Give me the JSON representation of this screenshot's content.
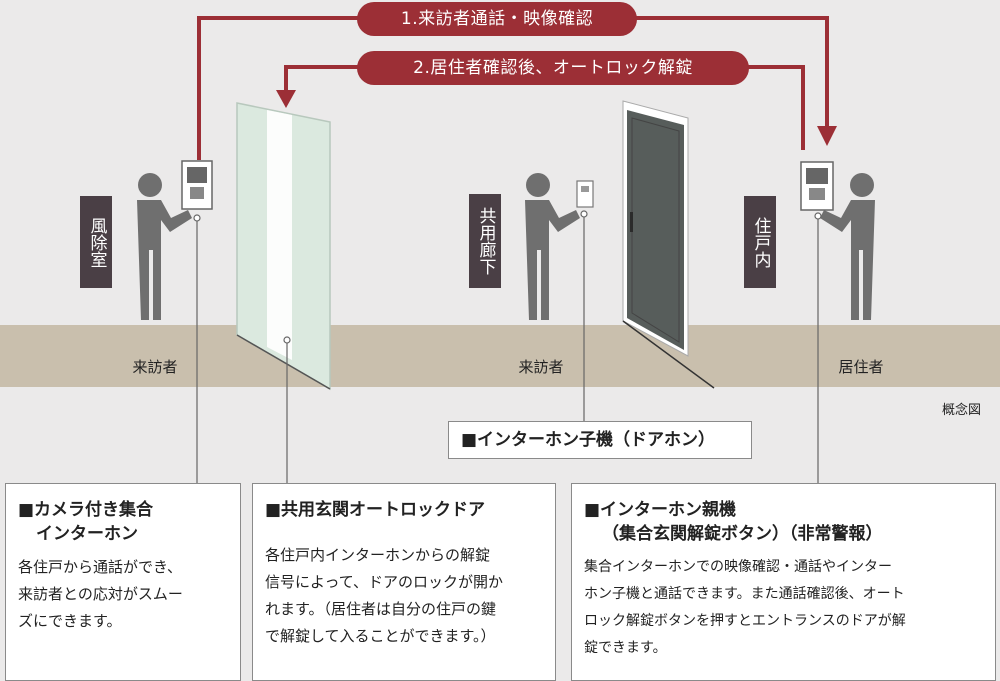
{
  "arrows": {
    "arrow1_label": "1.来訪者通話・映像確認",
    "arrow2_label": "2.居住者確認後、オートロック解錠"
  },
  "zones": {
    "left": "風除室",
    "center": "共用廊下",
    "right": "住戸内"
  },
  "figures": {
    "left": "来訪者",
    "center": "来訪者",
    "right": "居住者"
  },
  "concept_label": "概念図",
  "child_unit_label": "■インターホン子機（ドアホン）",
  "boxes": {
    "camera": {
      "title_line1": "■カメラ付き集合",
      "title_line2": "インターホン",
      "body": [
        "各住戸から通話ができ、",
        "来訪者との応対がスムー",
        "ズにできます。"
      ]
    },
    "autolock": {
      "title": "■共用玄関オートロックドア",
      "body": [
        "各住戸内インターホンからの解錠",
        "信号によって、ドアのロックが開か",
        "れます。（居住者は自分の住戸の鍵",
        "で解錠して入ることができます。）"
      ]
    },
    "parent": {
      "title_line1": "■インターホン親機",
      "title_line2": "（集合玄関解錠ボタン）（非常警報）",
      "body": [
        "集合インターホンでの映像確認・通話やインター",
        "ホン子機と通話できます。また通話確認後、オート",
        "ロック解錠ボタンを押すとエントランスのドアが解",
        "錠できます。"
      ]
    }
  },
  "colors": {
    "arrow": "#9c2f36",
    "floor": "#c9bfad",
    "wall": "#ebeaea",
    "figure": "#6f6f6f",
    "label_bg": "#4a3f45",
    "door_dark": "#575d5b",
    "glass": "#dbe9df"
  }
}
